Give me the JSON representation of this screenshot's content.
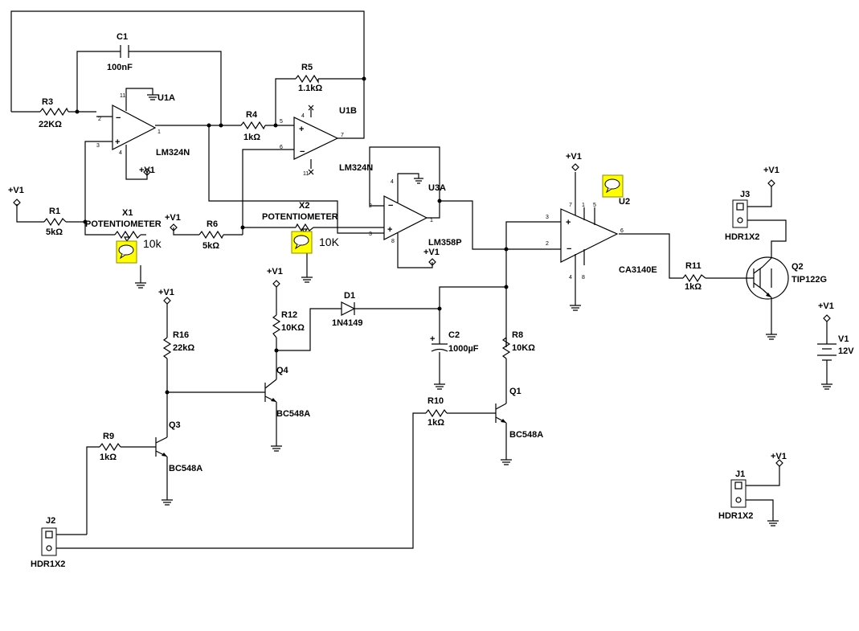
{
  "power_label": "+V1",
  "components": {
    "C1": {
      "ref": "C1",
      "value": "100nF"
    },
    "R3": {
      "ref": "R3",
      "value": "22KΩ"
    },
    "U1A": {
      "ref": "U1A",
      "type": "LM324N"
    },
    "R5": {
      "ref": "R5",
      "value": "1.1kΩ"
    },
    "U1B": {
      "ref": "U1B"
    },
    "R4": {
      "ref": "R4",
      "value": "1kΩ"
    },
    "U1B_type": "LM324N",
    "R1": {
      "ref": "R1",
      "value": "5kΩ"
    },
    "X1": {
      "ref": "X1",
      "type": "POTENTIOMETER",
      "note": "10k"
    },
    "R6": {
      "ref": "R6",
      "value": "5kΩ"
    },
    "X2": {
      "ref": "X2",
      "type": "POTENTIOMETER",
      "note": "10K"
    },
    "U3A": {
      "ref": "U3A",
      "type": "LM358P"
    },
    "U2": {
      "ref": "U2",
      "type": "CA3140E"
    },
    "J3": {
      "ref": "J3",
      "type": "HDR1X2"
    },
    "Q2": {
      "ref": "Q2",
      "type": "TIP122G"
    },
    "R11": {
      "ref": "R11",
      "value": "1kΩ"
    },
    "V1": {
      "ref": "V1",
      "value": "12V"
    },
    "R12": {
      "ref": "R12",
      "value": "10KΩ"
    },
    "D1": {
      "ref": "D1",
      "type": "1N4149"
    },
    "C2": {
      "ref": "C2",
      "value": "1000µF"
    },
    "R16": {
      "ref": "R16",
      "value": "22kΩ"
    },
    "Q4": {
      "ref": "Q4",
      "type": "BC548A"
    },
    "R8": {
      "ref": "R8",
      "value": "10KΩ"
    },
    "Q1": {
      "ref": "Q1",
      "type": "BC548A"
    },
    "R10": {
      "ref": "R10",
      "value": "1kΩ"
    },
    "R9": {
      "ref": "R9",
      "value": "1kΩ"
    },
    "Q3": {
      "ref": "Q3",
      "type": "BC548A"
    },
    "J2": {
      "ref": "J2",
      "type": "HDR1X2"
    },
    "J1": {
      "ref": "J1",
      "type": "HDR1X2"
    }
  },
  "pins": {
    "u1a": [
      "11",
      "2",
      "3",
      "4",
      "1"
    ],
    "u1b": [
      "4",
      "5",
      "6",
      "7",
      "11"
    ],
    "u3a": [
      "4",
      "2",
      "3",
      "8",
      "1"
    ],
    "u2": [
      "7",
      "1",
      "5",
      "3",
      "2",
      "6",
      "4",
      "8"
    ]
  },
  "colors": {
    "wire": "#000000",
    "note_fill": "#ffff00",
    "background": "#ffffff"
  }
}
